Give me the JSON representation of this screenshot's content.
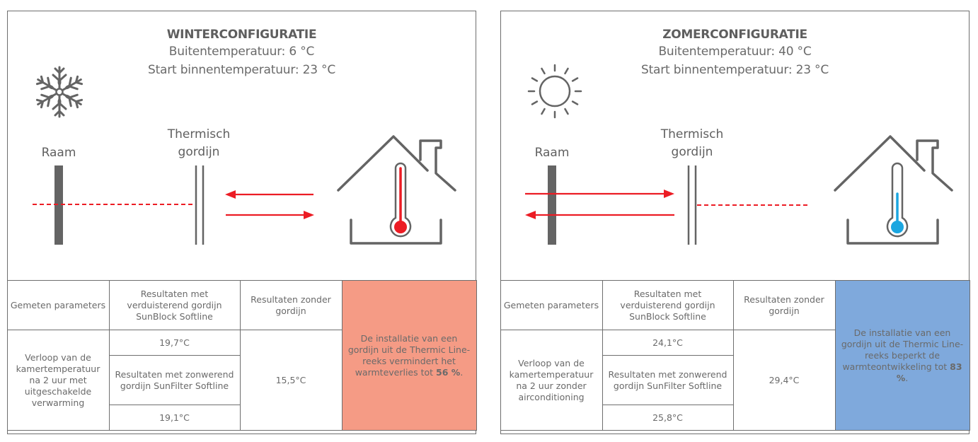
{
  "colors": {
    "winter_accent": "#F59B85",
    "summer_accent": "#7FA9DC",
    "heat_red": "#EC1C24",
    "cold_blue": "#1BA6E0",
    "line_gray": "#646464"
  },
  "winter": {
    "title": "WINTERCONFIGURATIE",
    "outside_temp": "Buitentemperatuur: 6 °C",
    "start_inside_temp": "Start binnentemperatuur: 23 °C",
    "icon": "snowflake-icon",
    "window_label": "Raam",
    "curtain_label_line1": "Thermisch",
    "curtain_label_line2": "gordijn",
    "table": {
      "col_parameters": "Gemeten parameters",
      "col_with_curtain": "Resultaten met verduisterend gordijn SunBlock Softline",
      "col_without_curtain": "Resultaten zonder gordijn",
      "row_label": "Verloop van de kamertemperatuur na 2 uur met uitgeschakelde verwarming",
      "sunblock_value": "19,7°C",
      "sunfilter_label": "Resultaten met zonwerend gordijn SunFilter Softline",
      "sunfilter_value": "19,1°C",
      "without_value": "15,5°C",
      "note_text": "De installatie van een gordijn uit de Thermic Line-reeks vermindert het warmteverlies tot",
      "note_percentage": "56 %",
      "note_suffix": "."
    }
  },
  "summer": {
    "title": "ZOMERCONFIGURATIE",
    "outside_temp": "Buitentemperatuur: 40 °C",
    "start_inside_temp": "Start binnentemperatuur: 23 °C",
    "icon": "sun-icon",
    "window_label": "Raam",
    "curtain_label_line1": "Thermisch",
    "curtain_label_line2": "gordijn",
    "table": {
      "col_parameters": "Gemeten parameters",
      "col_with_curtain": "Resultaten met verduisterend gordijn SunBlock Softline",
      "col_without_curtain": "Resultaten zonder gordijn",
      "row_label": "Verloop van de kamertemperatuur na 2 uur zonder airconditioning",
      "sunblock_value": "24,1°C",
      "sunfilter_label": "Resultaten met zonwerend gordijn SunFilter Softline",
      "sunfilter_value": "25,8°C",
      "without_value": "29,4°C",
      "note_text": "De installatie van een gordijn uit de Thermic Line-reeks beperkt de warmteontwikkeling tot",
      "note_percentage": "83 %",
      "note_suffix": "."
    }
  }
}
